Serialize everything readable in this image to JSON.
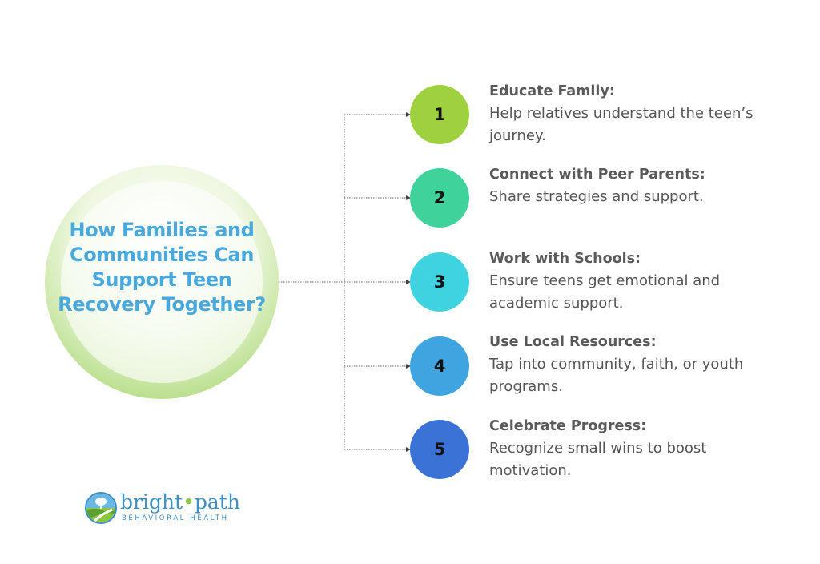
{
  "central": {
    "title": "How Families and Communities Can Support Teen Recovery Together?"
  },
  "items": [
    {
      "number": "1",
      "title": "Educate Family:",
      "description": "Help relatives understand the teen’s journey.",
      "color": "#9dd13f"
    },
    {
      "number": "2",
      "title": "Connect with Peer Parents:",
      "description": "Share strategies and support.",
      "color": "#3fd29b"
    },
    {
      "number": "3",
      "title": "Work with Schools:",
      "description": "Ensure teens get emotional and academic support.",
      "color": "#3fd3e0"
    },
    {
      "number": "4",
      "title": "Use Local Resources:",
      "description": "Tap into community, faith, or youth programs.",
      "color": "#3fa4df"
    },
    {
      "number": "5",
      "title": "Celebrate Progress:",
      "description": "Recognize small wins to boost motivation.",
      "color": "#3a72d6"
    }
  ],
  "logo": {
    "name_part1": "bright",
    "separator": "•",
    "name_part2": "path",
    "subtitle": "BEHAVIORAL HEALTH"
  }
}
